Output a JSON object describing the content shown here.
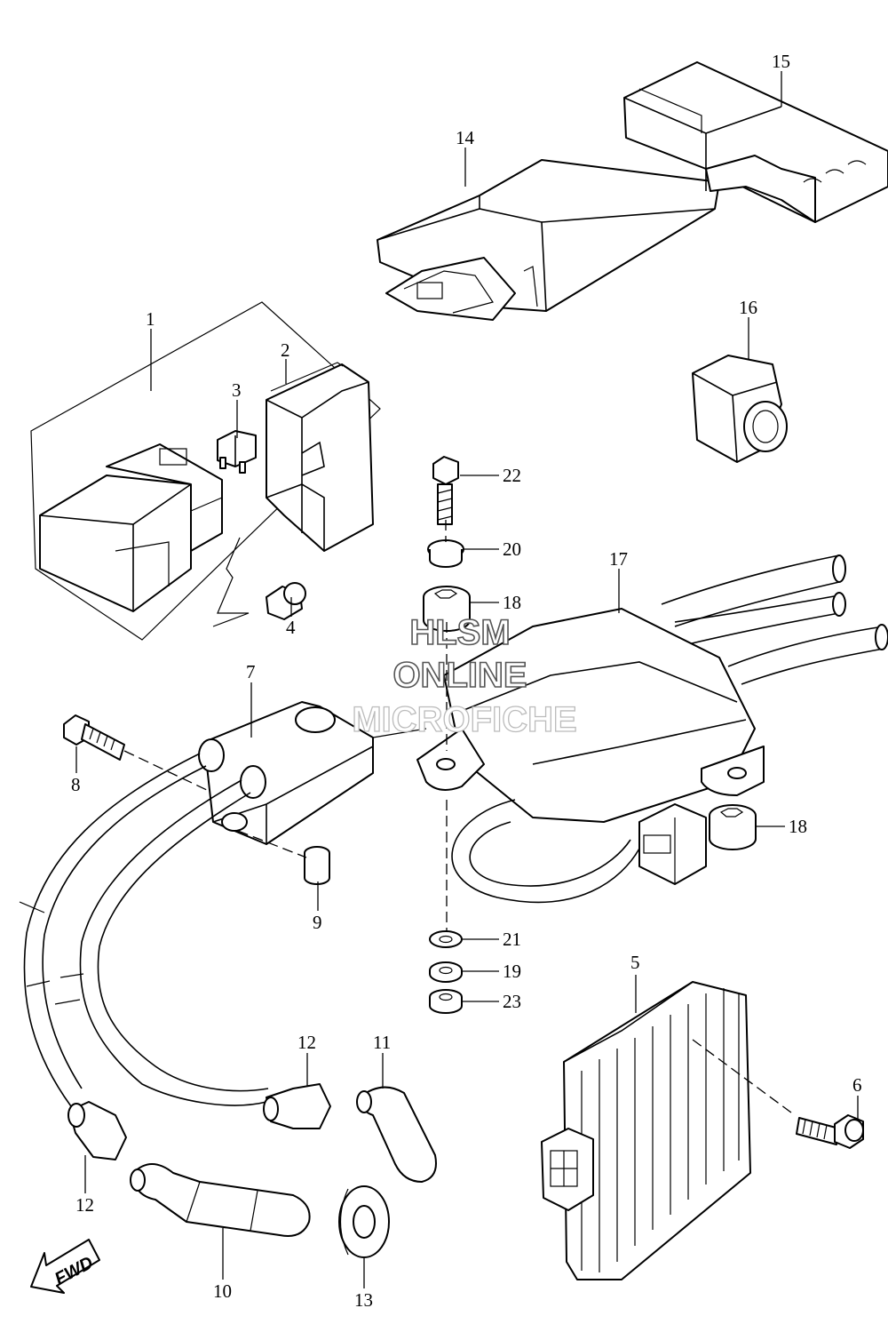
{
  "diagram": {
    "callouts": [
      {
        "id": "1",
        "text": "1"
      },
      {
        "id": "2",
        "text": "2"
      },
      {
        "id": "3",
        "text": "3"
      },
      {
        "id": "4",
        "text": "4"
      },
      {
        "id": "5",
        "text": "5"
      },
      {
        "id": "6",
        "text": "6"
      },
      {
        "id": "7",
        "text": "7"
      },
      {
        "id": "8",
        "text": "8"
      },
      {
        "id": "9",
        "text": "9"
      },
      {
        "id": "10",
        "text": "10"
      },
      {
        "id": "11",
        "text": "11"
      },
      {
        "id": "12a",
        "text": "12"
      },
      {
        "id": "12b",
        "text": "12"
      },
      {
        "id": "13",
        "text": "13"
      },
      {
        "id": "14",
        "text": "14"
      },
      {
        "id": "15",
        "text": "15"
      },
      {
        "id": "16",
        "text": "16"
      },
      {
        "id": "17",
        "text": "17"
      },
      {
        "id": "18a",
        "text": "18"
      },
      {
        "id": "18b",
        "text": "18"
      },
      {
        "id": "19",
        "text": "19"
      },
      {
        "id": "20",
        "text": "20"
      },
      {
        "id": "21",
        "text": "21"
      },
      {
        "id": "22",
        "text": "22"
      },
      {
        "id": "23",
        "text": "23"
      }
    ],
    "direction_arrow": "FWD"
  },
  "watermark": {
    "line1": "HLSM",
    "line2": "ONLINE",
    "line3": "MICROFICHE"
  }
}
